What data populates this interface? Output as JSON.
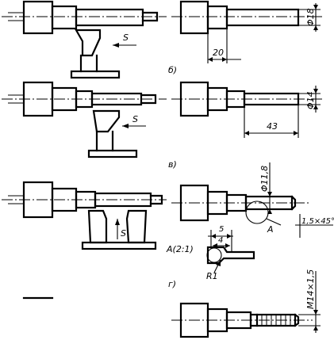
{
  "row1": {
    "feed_label": "S",
    "diameter_label": "Φ18",
    "length_label": "20",
    "sublabel": "б)"
  },
  "row2": {
    "feed_label": "S",
    "diameter_label": "Φ14",
    "length_label": "43",
    "sublabel": "в)"
  },
  "row3": {
    "feed_label": "S",
    "diameter_label": "Φ11,8",
    "chamfer_label": "1,5×45°",
    "callout_label": "A",
    "detail_label": "A(2:1)",
    "dim_outer": "5",
    "dim_inner": "4",
    "radius_label": "R1",
    "sublabel": "г)"
  },
  "row4": {
    "thread_label": "M14×1,5"
  }
}
